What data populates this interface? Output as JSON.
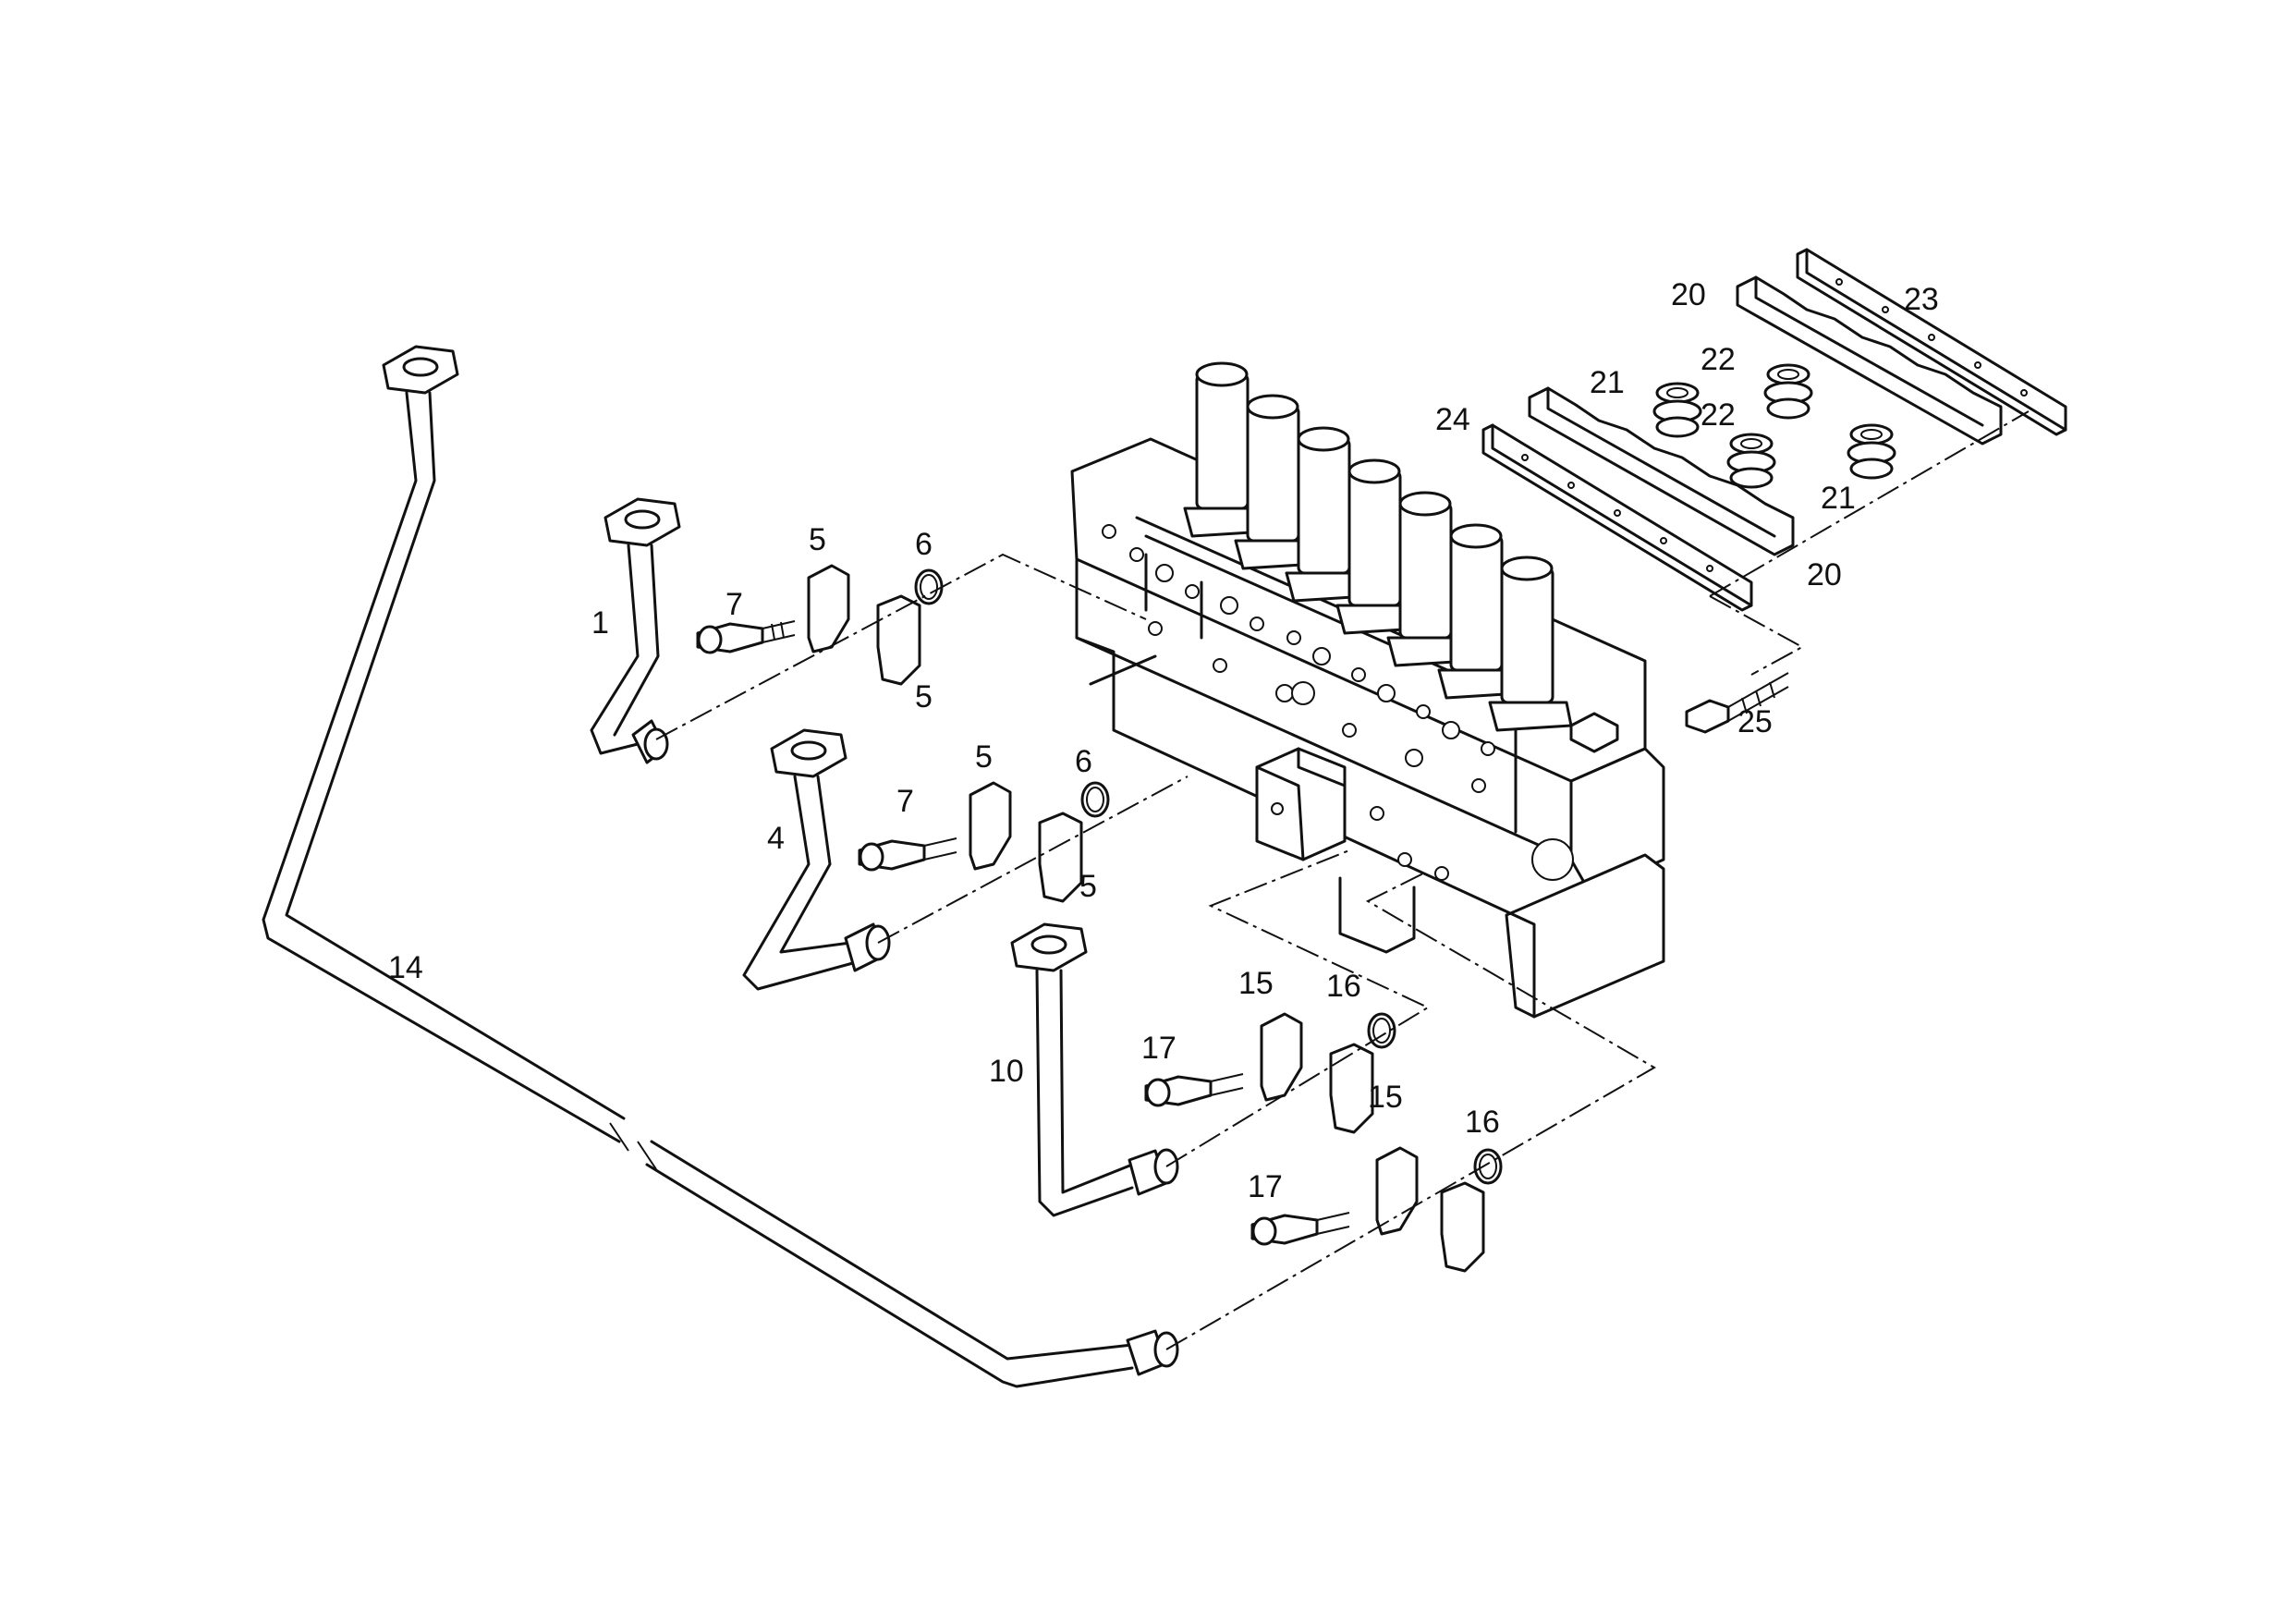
{
  "callouts": {
    "c1": "1",
    "c4": "4",
    "c5a": "5",
    "c5b": "5",
    "c5c": "5",
    "c5d": "5",
    "c6a": "6",
    "c6b": "6",
    "c7a": "7",
    "c7b": "7",
    "c10": "10",
    "c14": "14",
    "c15a": "15",
    "c15b": "15",
    "c16a": "16",
    "c16b": "16",
    "c17a": "17",
    "c17b": "17",
    "c20a": "20",
    "c20b": "20",
    "c21a": "21",
    "c21b": "21",
    "c22a": "22",
    "c22b": "22",
    "c23": "23",
    "c24": "24",
    "c25": "25"
  }
}
